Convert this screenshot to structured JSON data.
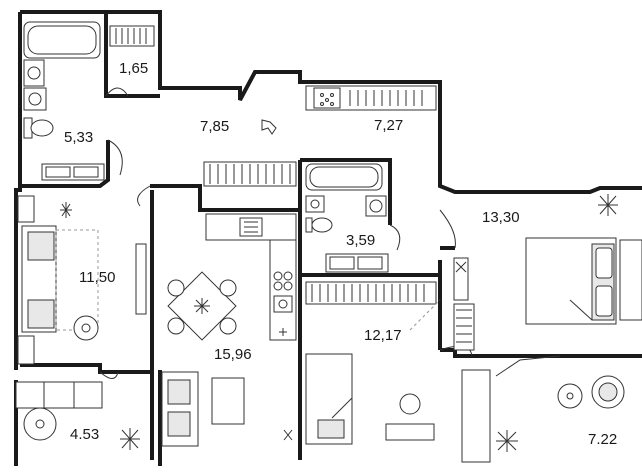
{
  "rooms": [
    {
      "id": "bath-1",
      "area": "5,33"
    },
    {
      "id": "closet-1",
      "area": "1,65"
    },
    {
      "id": "hall",
      "area": "7,85"
    },
    {
      "id": "closet-2",
      "area": "7,27"
    },
    {
      "id": "bath-2",
      "area": "3,59"
    },
    {
      "id": "bedroom-1",
      "area": "13,30"
    },
    {
      "id": "living-room",
      "area": "11,50"
    },
    {
      "id": "kitchen-dining",
      "area": "15,96"
    },
    {
      "id": "bedroom-2",
      "area": "12,17"
    },
    {
      "id": "balcony-1",
      "area": "4.53"
    },
    {
      "id": "balcony-2",
      "area": "7.22"
    }
  ]
}
